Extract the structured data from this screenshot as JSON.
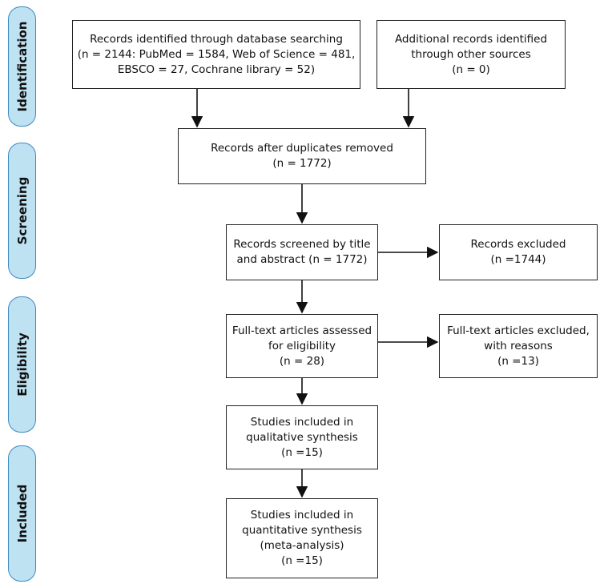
{
  "stages": {
    "identification": "Identification",
    "screening": "Screening",
    "eligibility": "Eligibility",
    "included": "Included"
  },
  "boxes": {
    "database": [
      "Records identified through database searching",
      "(n = 2144: PubMed = 1584, Web of Science = 481,",
      "EBSCO = 27, Cochrane library = 52)"
    ],
    "other": [
      "Additional records identified",
      "through other sources",
      "(n = 0)"
    ],
    "duplicates": [
      "Records after duplicates removed",
      "(n = 1772)"
    ],
    "screened": [
      "Records screened by title",
      "and abstract (n = 1772)"
    ],
    "excluded": [
      "Records excluded",
      "(n =1744)"
    ],
    "fulltext": [
      "Full-text articles assessed",
      "for eligibility",
      "(n = 28)"
    ],
    "fulltext_excluded": [
      "Full-text articles excluded,",
      "with reasons",
      "(n =13)"
    ],
    "qualitative": [
      "Studies included in",
      "qualitative synthesis",
      "(n =15)"
    ],
    "quantitative": [
      "Studies included in",
      "quantitative synthesis",
      "(meta-analysis)",
      "(n =15)"
    ]
  },
  "colors": {
    "stage_fill": "#bfe2f3",
    "stage_border": "#3a8bbf",
    "box_border": "#222222",
    "arrow": "#111111"
  }
}
